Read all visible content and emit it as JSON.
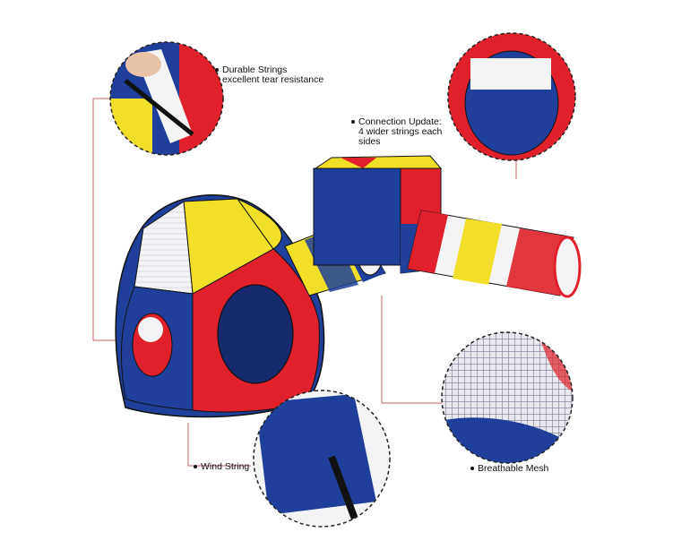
{
  "callouts": {
    "durable": {
      "title": "Durable Strings",
      "subtitle": "excellent tear resistance"
    },
    "connection": {
      "line1": "Connection Update:",
      "line2": "4 wider strings each",
      "line3": "sides"
    },
    "wind": {
      "title": "Wind String"
    },
    "mesh": {
      "title": "Breathable Mesh"
    }
  },
  "colors": {
    "red": "#e0212b",
    "blue": "#1f3f9a",
    "yellow": "#f2df2a",
    "navy": "#172a6e",
    "leader_line": "#c86060",
    "mesh_grey": "#cfcfd8"
  }
}
